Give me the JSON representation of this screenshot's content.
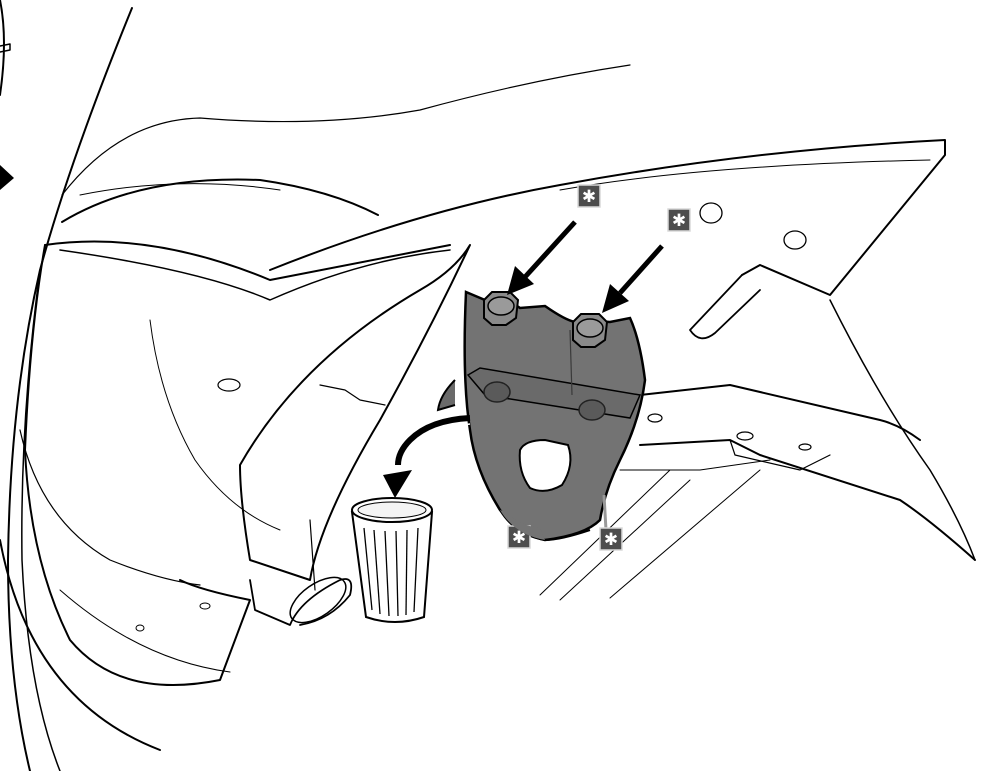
{
  "diagram": {
    "type": "technical-illustration",
    "subject": "bracket-removal",
    "colors": {
      "line": "#000000",
      "bracket_fill": "#737373",
      "marker_fill": "#4d4d4d",
      "marker_border": "#d9d9d9",
      "marker_text": "#ffffff",
      "background": "#ffffff"
    },
    "markers": [
      {
        "id": "marker-1",
        "symbol": "✱"
      },
      {
        "id": "marker-2",
        "symbol": "✱"
      },
      {
        "id": "marker-3",
        "symbol": "✱"
      },
      {
        "id": "marker-4",
        "symbol": "✱"
      }
    ],
    "icons": [
      "trash-can-icon",
      "arrow-icon",
      "bolt-icon"
    ]
  }
}
